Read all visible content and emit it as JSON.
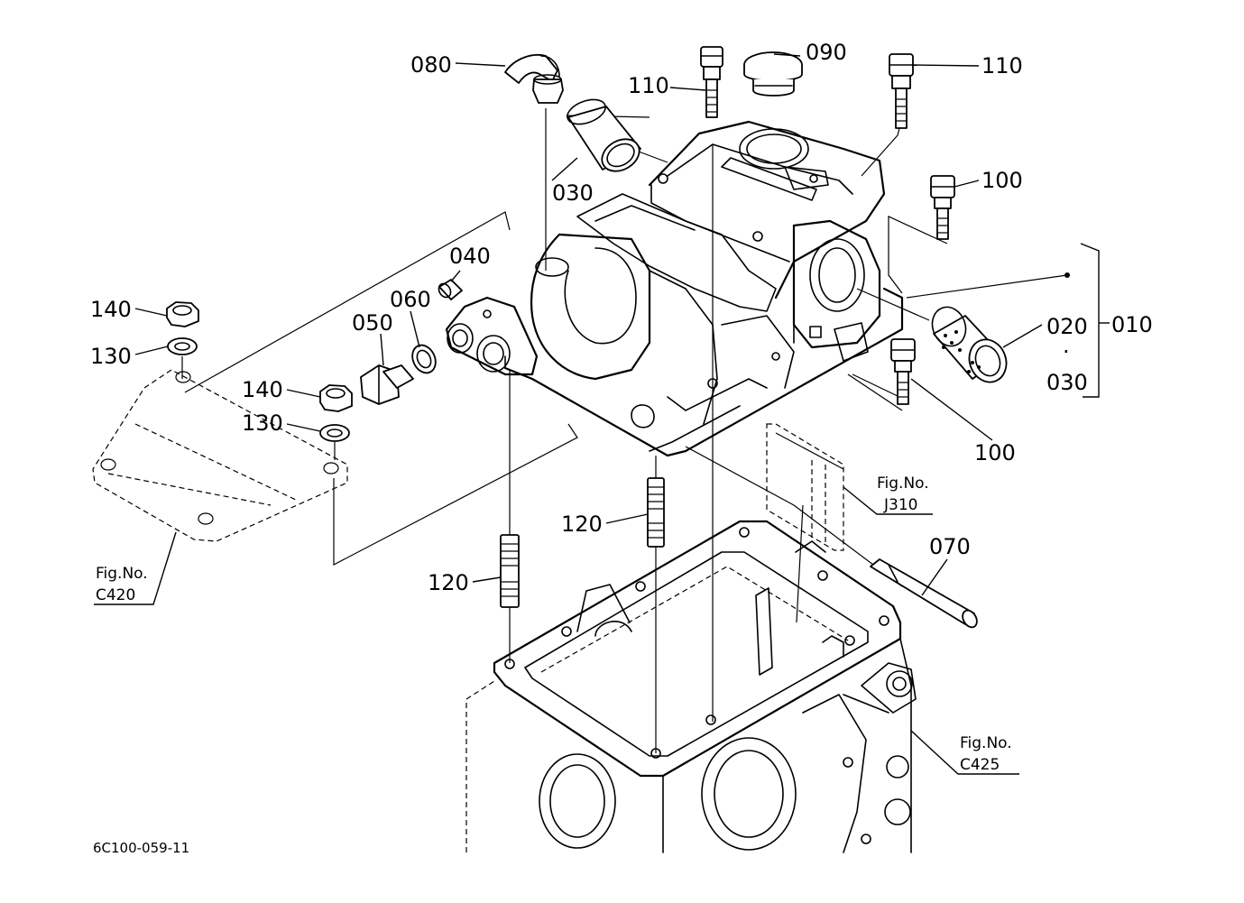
{
  "callouts": {
    "p080": "080",
    "p090": "090",
    "p110a": "110",
    "p110b": "110",
    "p100a": "100",
    "p100b": "100",
    "p030a": "030",
    "p040": "040",
    "p060": "060",
    "p050": "050",
    "p140a": "140",
    "p130a": "130",
    "p140b": "140",
    "p130b": "130",
    "p020": "020",
    "p010": "010",
    "p030b": "030",
    "p120a": "120",
    "p120b": "120",
    "p070": "070"
  },
  "figure_refs": {
    "j310": {
      "label": "Fig.No.",
      "code": "J310"
    },
    "c420": {
      "label": "Fig.No.",
      "code": "C420"
    },
    "c425": {
      "label": "Fig.No.",
      "code": "C425"
    }
  },
  "drawing_id": "6C100-059-11"
}
